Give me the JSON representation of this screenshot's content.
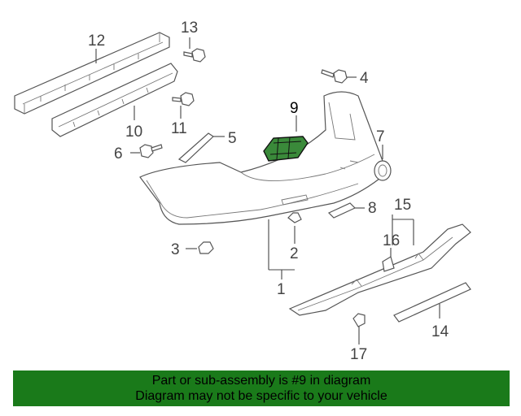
{
  "callouts": {
    "c1": "1",
    "c2": "2",
    "c3": "3",
    "c4": "4",
    "c5": "5",
    "c6": "6",
    "c7": "7",
    "c8": "8",
    "c9": "9",
    "c10": "10",
    "c11": "11",
    "c12": "12",
    "c13": "13",
    "c14": "14",
    "c15": "15",
    "c16": "16",
    "c17": "17"
  },
  "highlight_color": "#3a8a3a",
  "banner": {
    "line1": "Part or sub-assembly is #9 in diagram",
    "line2": "Diagram may not be specific to your vehicle",
    "color": "#1a7a1a"
  }
}
